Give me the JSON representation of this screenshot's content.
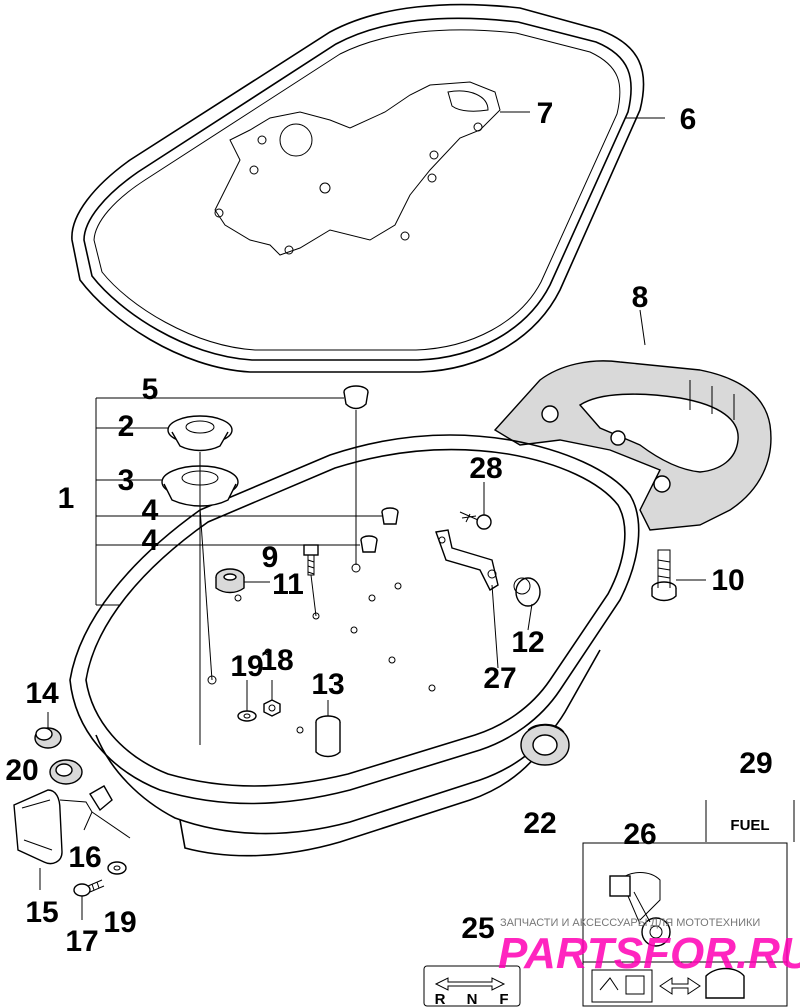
{
  "callouts": {
    "c1": "1",
    "c2": "2",
    "c3": "3",
    "c4a": "4",
    "c4b": "4",
    "c5": "5",
    "c6": "6",
    "c7": "7",
    "c8": "8",
    "c9": "9",
    "c10": "10",
    "c11": "11",
    "c12": "12",
    "c13": "13",
    "c14": "14",
    "c15": "15",
    "c16": "16",
    "c17": "17",
    "c18": "18",
    "c19a": "19",
    "c19b": "19",
    "c20": "20",
    "c22": "22",
    "c25": "25",
    "c26": "26",
    "c27": "27",
    "c28": "28",
    "c29": "29"
  },
  "decals": {
    "fuel_label": "FUEL",
    "shift_r": "R",
    "shift_n": "N",
    "shift_f": "F"
  },
  "watermark": {
    "text": "ЗАПЧАСТИ И АКСЕССУАРЫ ДЛЯ МОТОТЕХНИКИ",
    "brand": "PARTSFOR.RU",
    "brand_color": "#ff00b4"
  }
}
